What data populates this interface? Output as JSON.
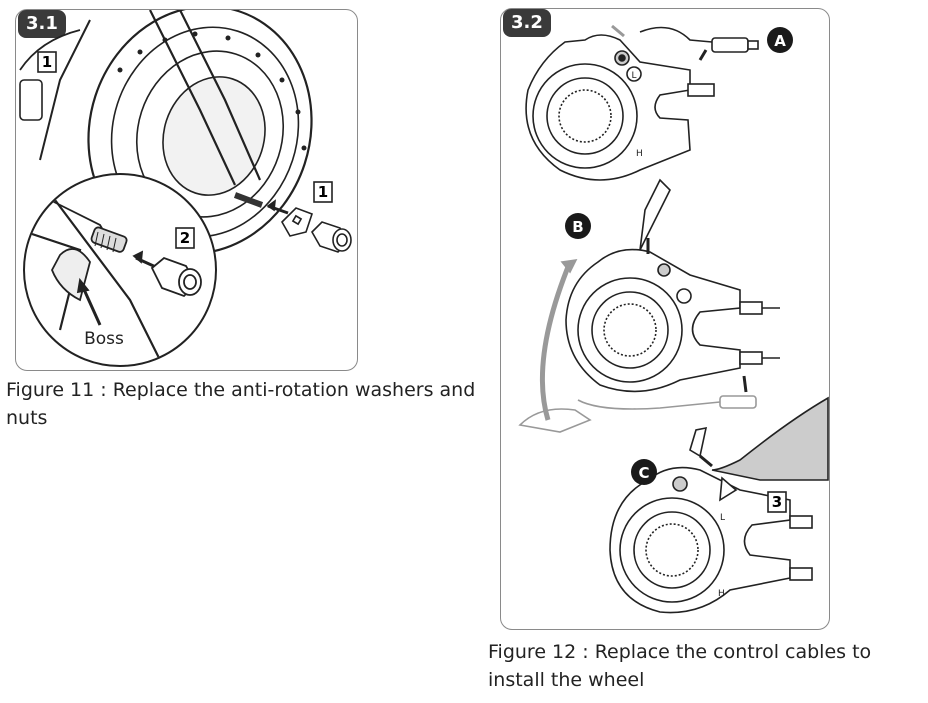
{
  "figure_11": {
    "step_tag": "3.1",
    "callouts": [
      "1",
      "2",
      "1"
    ],
    "boss_label": "Boss",
    "caption": "Figure 11 : Replace the anti-rotation washers and nuts"
  },
  "figure_12": {
    "step_tag": "3.2",
    "stage_labels": [
      "A",
      "B",
      "C"
    ],
    "callout": "3",
    "dial_marks": [
      "L",
      "H"
    ],
    "caption": "Figure 12 : Replace the control cables to install the wheel"
  }
}
